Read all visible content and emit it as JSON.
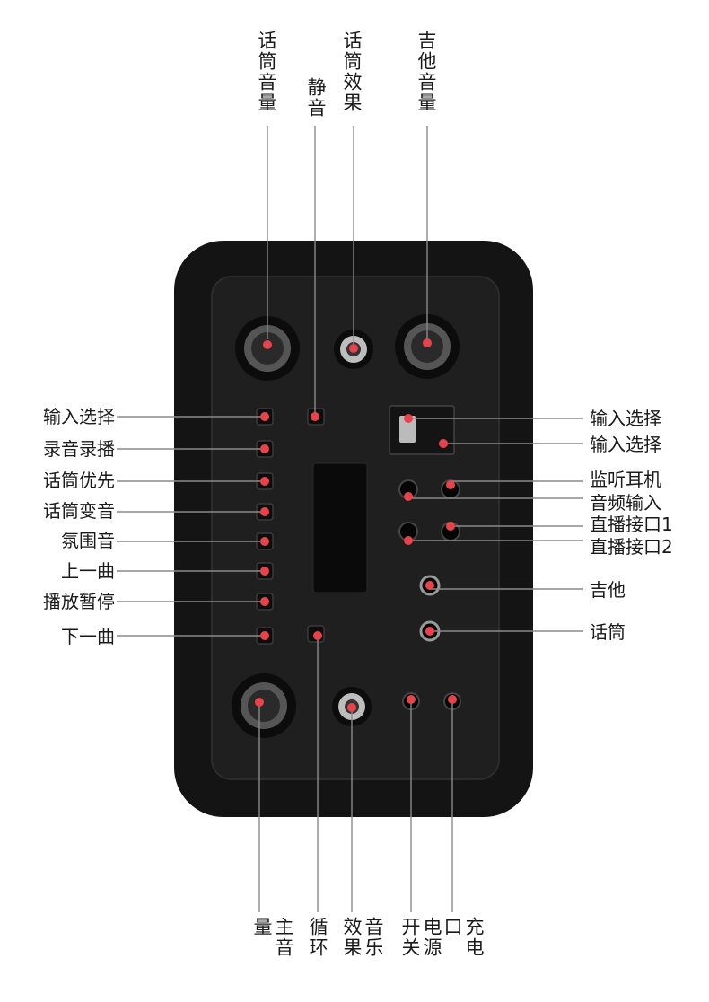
{
  "colors": {
    "accent": "#e8434a",
    "device_body": "#141414",
    "device_panel": "#1e1e1e",
    "text": "#1a1a1a"
  },
  "labels": {
    "top": {
      "mic_volume": "话筒音量",
      "mute": "静音",
      "mic_effect": "话筒效果",
      "guitar_volume": "吉他音量"
    },
    "left": {
      "input_select": "输入选择",
      "record_play": "录音录播",
      "mic_priority": "话筒优先",
      "mic_voice_change": "话筒变音",
      "ambience": "氛围音",
      "prev_track": "上一曲",
      "play_pause": "播放暂停",
      "next_track": "下一曲"
    },
    "right": {
      "input_select_1": "输入选择",
      "input_select_2": "输入选择",
      "monitor_headphone": "监听耳机",
      "audio_input": "音频输入",
      "live_port_1": "直播接口1",
      "live_port_2": "直播接口2",
      "guitar": "吉他",
      "mic": "话筒"
    },
    "bottom": {
      "main_volume": "主音量",
      "loop": "循环",
      "music": "音乐效果",
      "power": "电源开关",
      "charge": "充电口"
    }
  }
}
